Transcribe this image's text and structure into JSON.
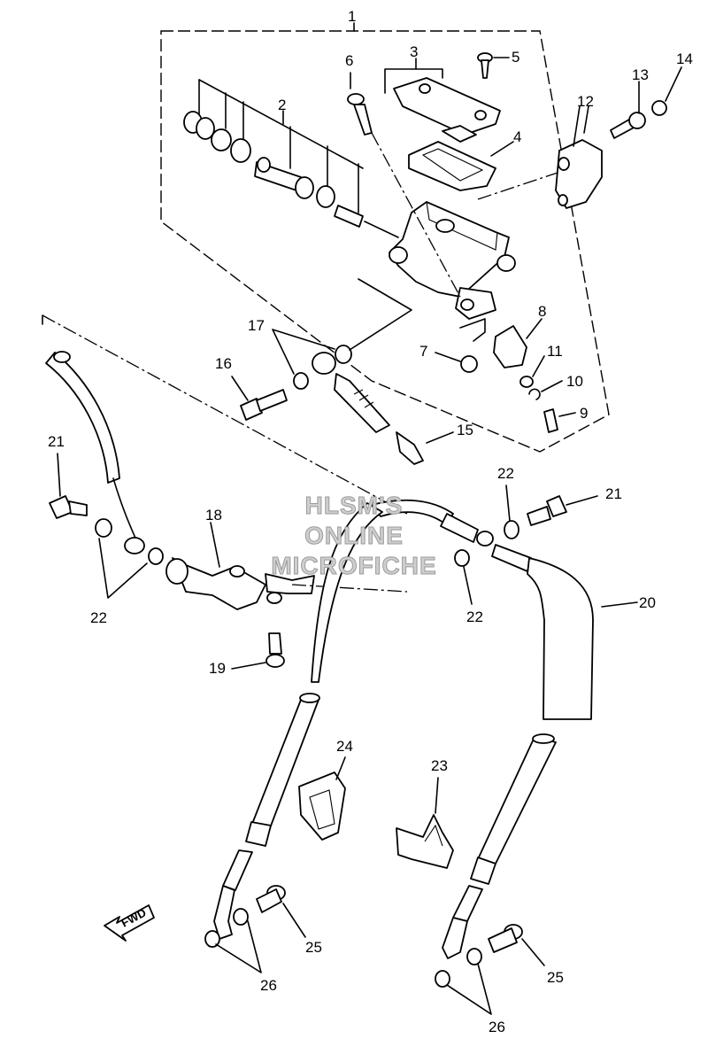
{
  "callouts": {
    "c1": "1",
    "c2": "2",
    "c3": "3",
    "c4": "4",
    "c5": "5",
    "c6": "6",
    "c7": "7",
    "c8": "8",
    "c9": "9",
    "c10": "10",
    "c11": "11",
    "c12": "12",
    "c13": "13",
    "c14": "14",
    "c15": "15",
    "c16": "16",
    "c17": "17",
    "c18": "18",
    "c19": "19",
    "c20": "20",
    "c21a": "21",
    "c21b": "21",
    "c22a": "22",
    "c22b": "22",
    "c22c": "22",
    "c23": "23",
    "c24": "24",
    "c25a": "25",
    "c25b": "25",
    "c26a": "26",
    "c26b": "26"
  },
  "watermark": {
    "line1": "HLSM'S",
    "line2": "ONLINE",
    "line3": "MICROFICHE"
  },
  "fwd_label": "FWD"
}
